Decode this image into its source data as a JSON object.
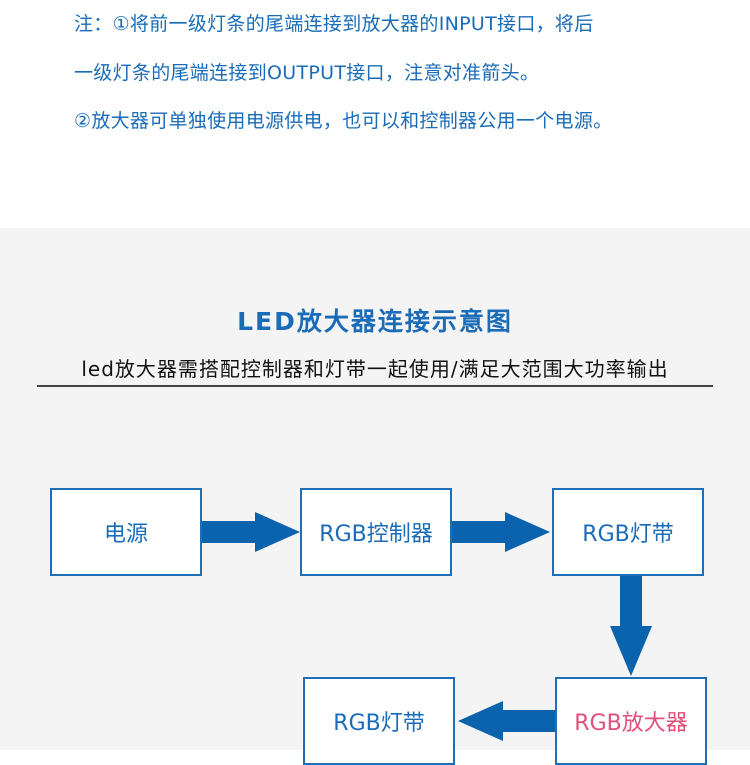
{
  "notes": {
    "line1": "注：①将前一级灯条的尾端连接到放大器的INPUT接口，将后",
    "line2": "一级灯条的尾端连接到OUTPUT接口，注意对准箭头。",
    "line3": "②放大器可单独使用电源供电，也可以和控制器公用一个电源。"
  },
  "diagram": {
    "title": "LED放大器连接示意图",
    "subtitle": "led放大器需搭配控制器和灯带一起使用/满足大范围大功率输出",
    "nodes": {
      "power": "电源",
      "controller": "RGB控制器",
      "strip_1": "RGB灯带",
      "amplifier": "RGB放大器",
      "strip_2": "RGB灯带"
    },
    "edges": [
      [
        "电源",
        "RGB控制器"
      ],
      [
        "RGB控制器",
        "RGB灯带"
      ],
      [
        "RGB灯带",
        "RGB放大器"
      ],
      [
        "RGB放大器",
        "RGB灯带"
      ]
    ],
    "colors": {
      "primary": "#1a6cb8",
      "box_border": "#1f6fb8",
      "arrow": "#0b62ad",
      "highlight": "#e0507a",
      "panel_bg": "#f4f4f4"
    }
  }
}
